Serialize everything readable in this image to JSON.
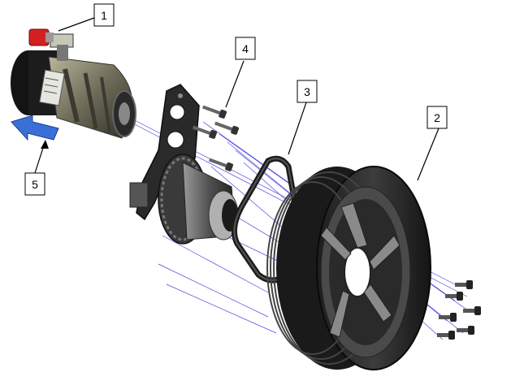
{
  "callouts": [
    {
      "id": "c1",
      "label": "1"
    },
    {
      "id": "c2",
      "label": "2"
    },
    {
      "id": "c3",
      "label": "3"
    },
    {
      "id": "c4",
      "label": "4"
    },
    {
      "id": "c5",
      "label": "5"
    }
  ],
  "colors": {
    "axis_lines": "#2b2bd6",
    "arrow": "#3a6fd8",
    "motor_body": "#3a3a30",
    "motor_end": "#8a8a74",
    "fitting_red": "#d42020",
    "metal": "#6a6a6a",
    "belt": "#1c1c1c"
  },
  "icons": [
    "motor",
    "bracket",
    "sprocket",
    "belt",
    "pulley-wheel",
    "bolts",
    "direction-arrow"
  ]
}
